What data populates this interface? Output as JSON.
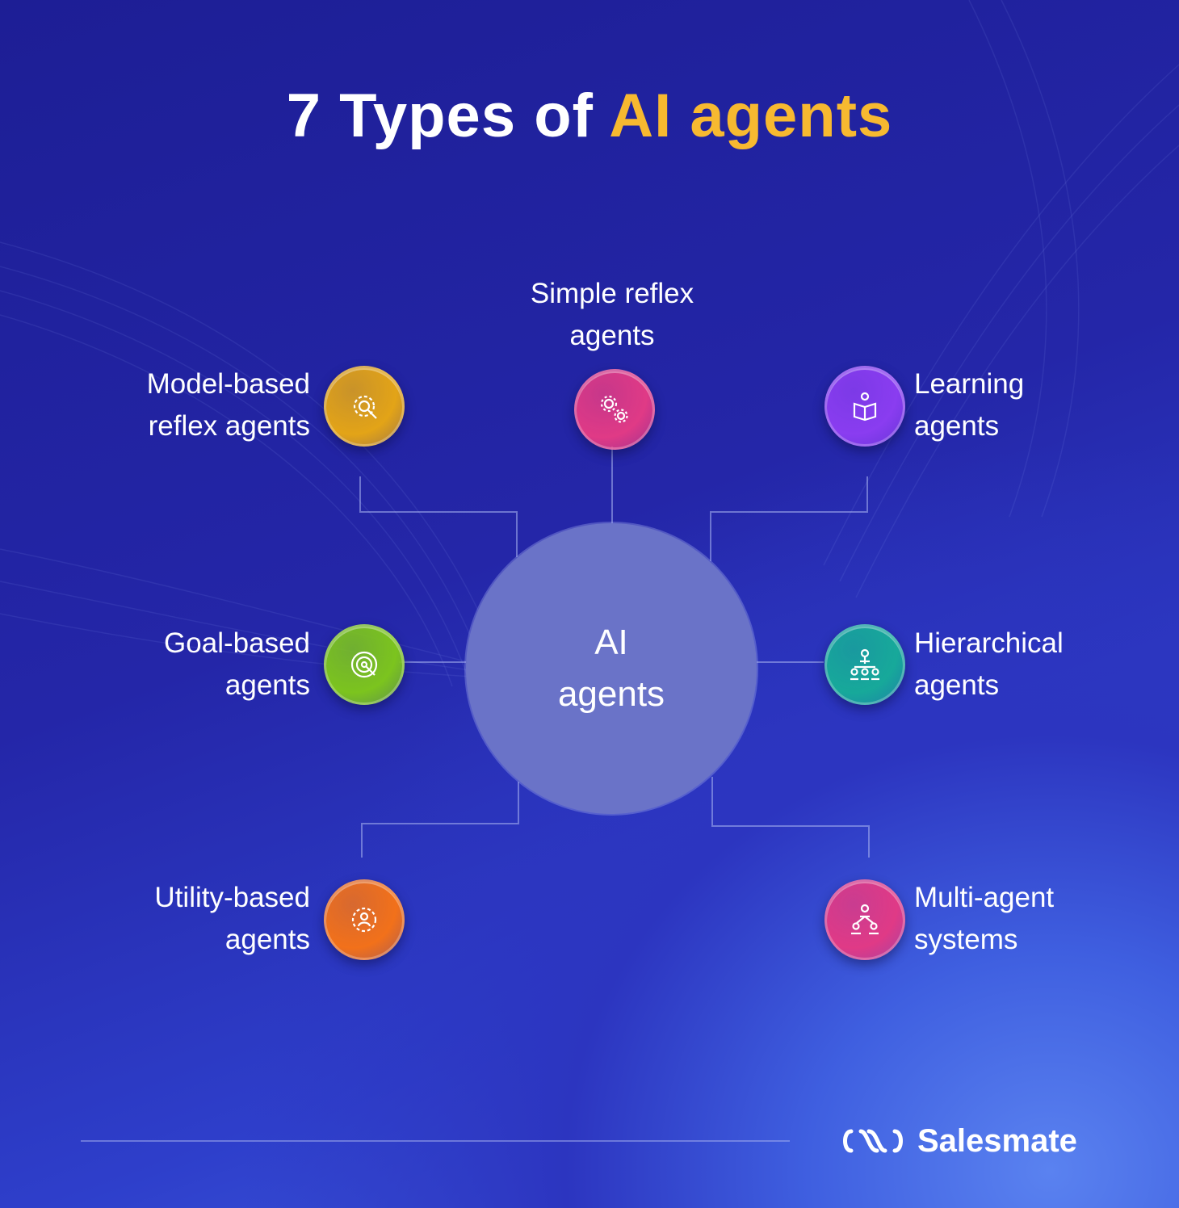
{
  "title": {
    "prefix": "7 Types of ",
    "highlight": "AI agents"
  },
  "center": {
    "line1": "AI",
    "line2": "agents"
  },
  "agent_types": [
    {
      "id": "simple-reflex",
      "line1": "Simple reflex",
      "line2": "agents",
      "icon": "gears-icon",
      "color": "#e03a86"
    },
    {
      "id": "model-based",
      "line1": "Model-based",
      "line2": "reflex agents",
      "icon": "gear-wrench-icon",
      "color": "#e3a417"
    },
    {
      "id": "learning",
      "line1": "Learning",
      "line2": "agents",
      "icon": "reading-person-icon",
      "color": "#8a3df0"
    },
    {
      "id": "goal-based",
      "line1": "Goal-based",
      "line2": "agents",
      "icon": "target-icon",
      "color": "#7cc41e"
    },
    {
      "id": "hierarchical",
      "line1": "Hierarchical",
      "line2": "agents",
      "icon": "org-chart-icon",
      "color": "#17a99a"
    },
    {
      "id": "utility-based",
      "line1": "Utility-based",
      "line2": "agents",
      "icon": "gear-person-icon",
      "color": "#f2711a"
    },
    {
      "id": "multi-agent",
      "line1": "Multi-agent",
      "line2": "systems",
      "icon": "network-people-icon",
      "color": "#e03a86"
    }
  ],
  "brand": {
    "name": "Salesmate",
    "icon": "salesmate-logo-icon"
  }
}
